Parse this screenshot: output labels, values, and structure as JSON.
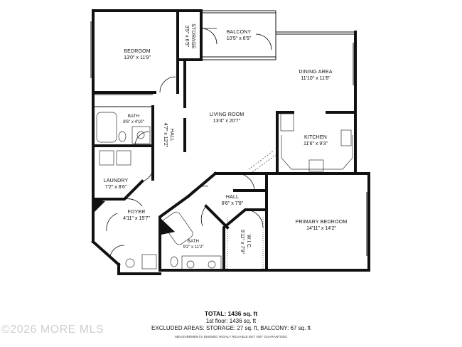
{
  "rooms": {
    "bedroom": {
      "name": "BEDROOM",
      "dims": "13'0\" x 11'9\""
    },
    "storage": {
      "name": "STORAGE",
      "dims": "3'5\" x 6'5\""
    },
    "balcony": {
      "name": "BALCONY",
      "dims": "10'5\" x 6'5\""
    },
    "dining": {
      "name": "DINING AREA",
      "dims": "11'10\" x 11'6\""
    },
    "bath1": {
      "name": "BATH",
      "dims": "8'6\" x 4'10\""
    },
    "hall1": {
      "name": "HALL",
      "dims": "4'7\" x 12'2\""
    },
    "living": {
      "name": "LIVING ROOM",
      "dims": "13'4\" x 20'7\""
    },
    "kitchen": {
      "name": "KITCHEN",
      "dims": "11'6\" x 9'3\""
    },
    "laundry": {
      "name": "LAUNDRY",
      "dims": "7'2\" x 8'6\""
    },
    "hall2": {
      "name": "HALL",
      "dims": "8'6\" x 7'8\""
    },
    "foyer": {
      "name": "FOYER",
      "dims": "4'11\" x 15'7\""
    },
    "primary": {
      "name": "PRIMARY BEDROOM",
      "dims": "14'11\" x 14'2\""
    },
    "wic": {
      "name": "W.I.C.",
      "dims": "5'11\" x 7'9\""
    },
    "bath2": {
      "name": "BATH",
      "dims": "9'2\" x 11'2\""
    }
  },
  "summary": {
    "total": "TOTAL: 1436 sq. ft",
    "floor1": "1st floor: 1436 sq. ft",
    "excluded": "EXCLUDED AREAS: STORAGE: 27 sq. ft, BALCONY: 67 sq. ft",
    "disclaimer": "MEASUREMENTS DEEMED HIGHLY RELIABLE BUT NOT GUARANTEED"
  },
  "watermark": "©2026 MORE MLS"
}
